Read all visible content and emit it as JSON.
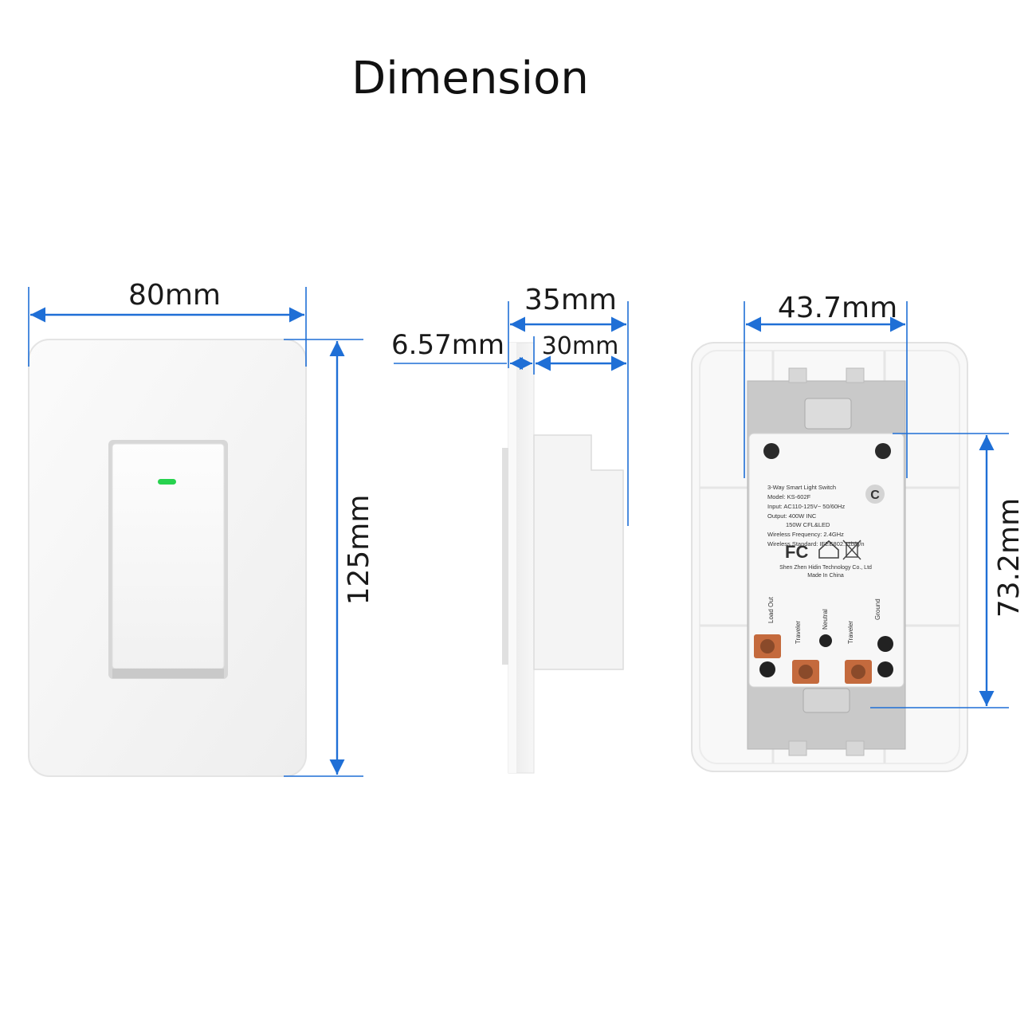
{
  "title": "Dimension",
  "colors": {
    "dimension_line": "#1f6fd6",
    "plate": "#f6f6f6",
    "plate_edge": "#e2e2e2",
    "led": "#27d24e",
    "back_box": "#c9c9c9"
  },
  "front_view": {
    "width_label": "80mm",
    "height_label": "125mm"
  },
  "side_view": {
    "depth_label": "35mm",
    "plate_thickness_label": "6.57mm",
    "body_depth_label": "30mm"
  },
  "back_view": {
    "width_label": "43.7mm",
    "height_label": "73.2mm",
    "label_lines": [
      "3-Way Smart Light Switch",
      "Model: KS-602F",
      "Input: AC110-125V~ 50/60Hz",
      "Output: 400W INC",
      "150W CFL&LED",
      "Wireless Frequency: 2.4GHz",
      "Wireless Standard: IEEE802.11b/g/n"
    ],
    "cert_fc": "FC",
    "manufacturer": "Shen Zhen Hidin Technology Co., Ltd",
    "origin": "Made In China",
    "terminals": [
      "Load Out",
      "Traveler",
      "Neutral",
      "Traveler",
      "Ground"
    ]
  }
}
